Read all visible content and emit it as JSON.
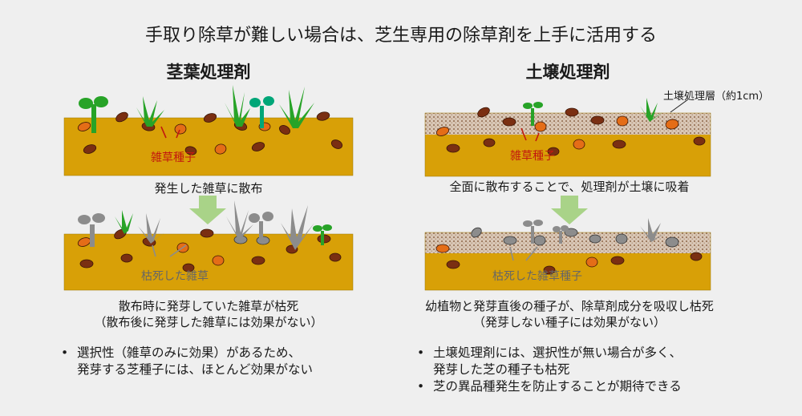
{
  "title": "手取り除草が難しい場合は、芝生専用の除草剤を上手に活用する",
  "left": {
    "heading": "茎葉処理剤",
    "seed_label": "雑草種子",
    "caption_top": "発生した雑草に散布",
    "dead_label": "枯死した雑草",
    "caption_bottom": [
      "散布時に発芽していた雑草が枯死",
      "（散布後に発芽した雑草には効果がない）"
    ],
    "bullets": [
      [
        "選択性（雑草のみに効果）があるため、",
        "発芽する芝種子には、ほとんど効果がない"
      ]
    ]
  },
  "right": {
    "heading": "土壌処理剤",
    "layer_label": "土壌処理層（約1cm）",
    "seed_label": "雑草種子",
    "caption_top": "全面に散布することで、処理剤が土壌に吸着",
    "dead_label": "枯死した雑草種子",
    "caption_bottom": [
      "幼植物と発芽直後の種子が、除草剤成分を吸収し枯死",
      "（発芽しない種子には効果がない）"
    ],
    "bullets": [
      [
        "土壌処理剤には、選択性が無い場合が多く、",
        "発芽した芝の種子も枯死"
      ],
      [
        "芝の異品種発生を防止することが期待できる"
      ]
    ]
  },
  "colors": {
    "soil": "#d8a007",
    "treated_layer": "#d9c7b6",
    "seed_brown": "#7a2f12",
    "seed_orange": "#e46d17",
    "plant_green": "#27a327",
    "sprout_teal": "#00a678",
    "dead_gray": "#8c8c8c",
    "arrow_green": "#a9d388",
    "label_red": "#c2190f"
  }
}
